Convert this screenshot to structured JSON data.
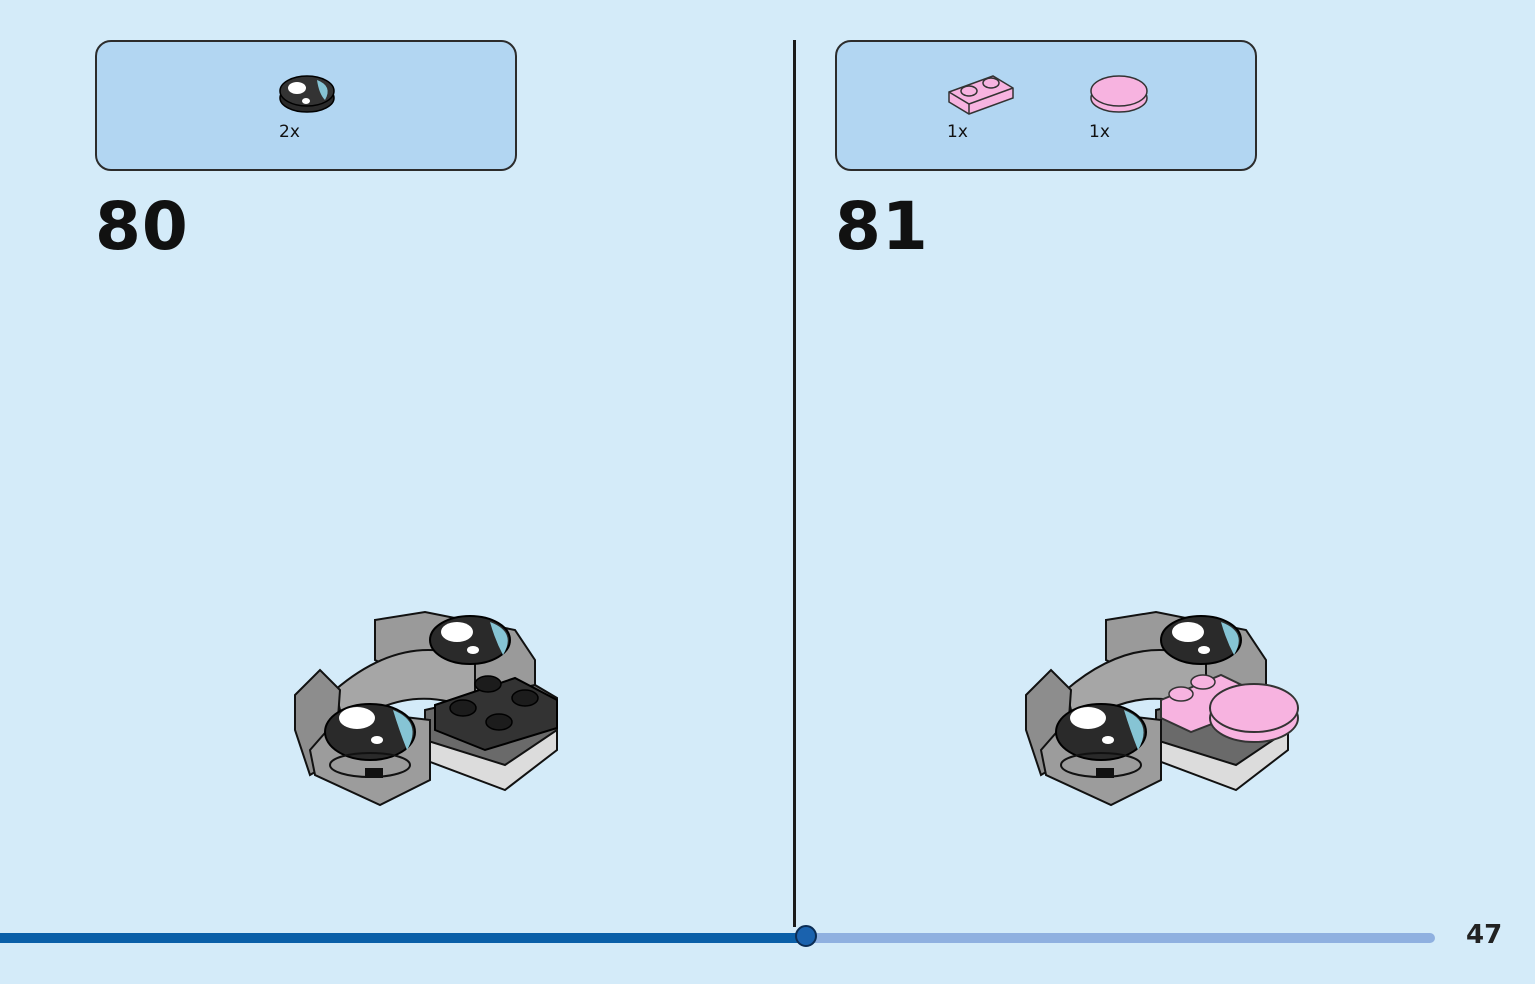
{
  "steps": [
    {
      "number": "80",
      "parts": [
        {
          "icon": "round-tile-eye-icon",
          "quantity": "2x"
        }
      ]
    },
    {
      "number": "81",
      "parts": [
        {
          "icon": "pink-plate-1x2-icon",
          "quantity": "1x"
        },
        {
          "icon": "pink-round-tile-icon",
          "quantity": "1x"
        }
      ]
    }
  ],
  "progress": {
    "fraction": 0.562
  },
  "page_number": "47",
  "colors": {
    "background": "#d4ebf9",
    "parts_box": "#b2d6f2",
    "progress_fill": "#0a5fa8",
    "progress_track": "#8fb0e0",
    "pink_part": "#f7b3e0",
    "eye_blue": "#7fbfcf"
  }
}
